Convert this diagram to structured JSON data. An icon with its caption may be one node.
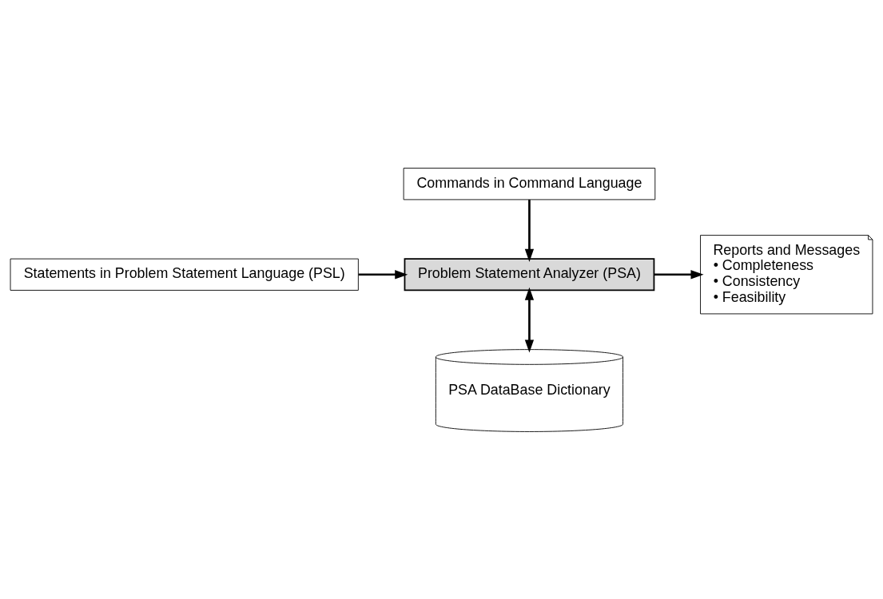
{
  "diagram": {
    "nodes": [
      {
        "text": [
          "Commands in Command Language"
        ]
      },
      {
        "text": [
          "Statements in Problem Statement Language (PSL)"
        ]
      },
      {
        "text": [
          "Problem Statement Analyzer (PSA)"
        ]
      },
      {
        "text": [
          "Reports and Messages",
          "• Completeness",
          "• Consistency",
          "• Feasibility"
        ]
      },
      {
        "text": [
          "PSA DataBase Dictionary"
        ]
      }
    ],
    "edges": [
      {
        "from": 0,
        "to": 2,
        "arrow": "to"
      },
      {
        "from": 1,
        "to": 2,
        "arrow": "to"
      },
      {
        "from": 2,
        "to": 3,
        "arrow": "to"
      },
      {
        "from": 2,
        "to": 4,
        "arrow": "both"
      }
    ]
  }
}
